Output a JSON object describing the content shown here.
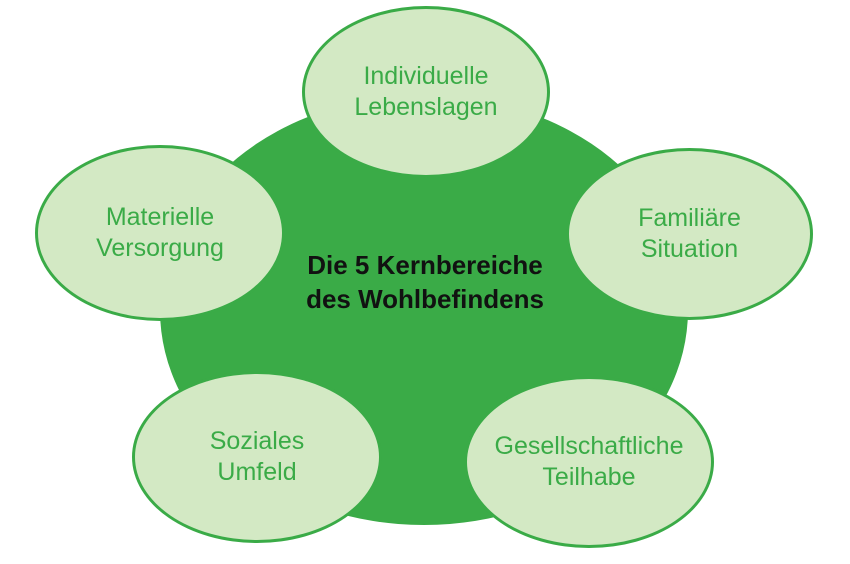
{
  "center": {
    "line1": "Die 5 Kernbereiche",
    "line2": "des Wohlbefindens"
  },
  "areas": [
    {
      "line1": "Individuelle",
      "line2": "Lebenslagen"
    },
    {
      "line1": "Materielle",
      "line2": "Versorgung"
    },
    {
      "line1": "Familiäre",
      "line2": "Situation"
    },
    {
      "line1": "Soziales",
      "line2": "Umfeld"
    },
    {
      "line1": "Gesellschaftliche",
      "line2": "Teilhabe"
    }
  ],
  "colors": {
    "center_fill": "#3aab47",
    "bubble_fill": "#d3e9c4",
    "bubble_border": "#3aab47",
    "bubble_text": "#3aab47",
    "center_text": "#111111"
  }
}
